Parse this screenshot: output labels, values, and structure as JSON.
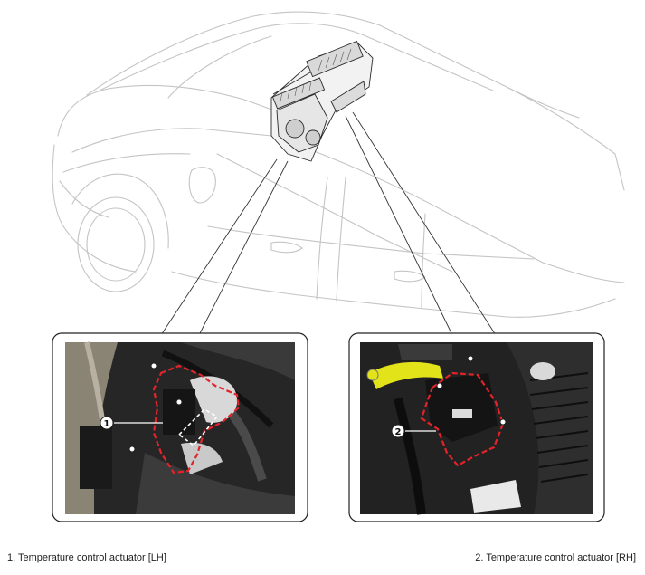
{
  "captions": [
    "1. Temperature control actuator [LH]",
    "2. Temperature control actuator [RH]"
  ],
  "callouts": {
    "left": "1",
    "right": "2"
  },
  "colors": {
    "outline": "#bdbdbd",
    "highlight": "#e0242a",
    "yellow_part": "#e3e31a",
    "photo_dark": "#1d1d1d"
  }
}
